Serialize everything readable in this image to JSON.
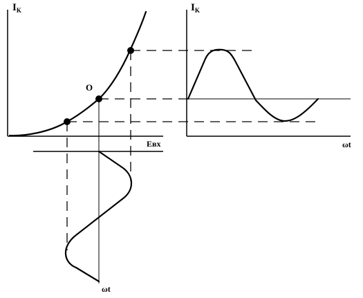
{
  "labels": {
    "left_y_axis": "IK",
    "right_y_axis": "IK",
    "left_x_axis": "Eвх",
    "right_x_axis": "ωt",
    "bottom_time_axis": "ωt",
    "operating_point": "O"
  },
  "colors": {
    "stroke": "#000000",
    "background": "#ffffff"
  }
}
